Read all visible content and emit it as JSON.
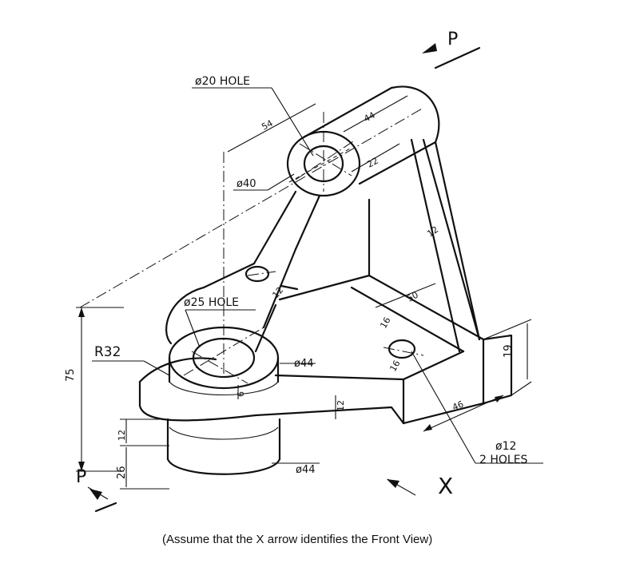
{
  "labels": {
    "hole20": "ø20 HOLE",
    "d54": "54",
    "d44_top": "44",
    "d22": "22",
    "d40": "ø40",
    "d12_right": "12",
    "d12_mid": "12",
    "hole25": "ø25 HOLE",
    "d50": "50",
    "d16_a": "16",
    "d16_b": "16",
    "r32": "R32",
    "d75": "75",
    "d44_mid": "ø44",
    "d6": "6",
    "d12_base": "12",
    "d12_left": "12",
    "d26": "26",
    "d44_bottom": "ø44",
    "d46": "46",
    "d19": "19",
    "hole12": "ø12",
    "holes2": "2 HOLES",
    "p_top": "P",
    "p_bottom": "P",
    "x_view": "X"
  },
  "caption": "(Assume that the X arrow identifies the Front View)"
}
